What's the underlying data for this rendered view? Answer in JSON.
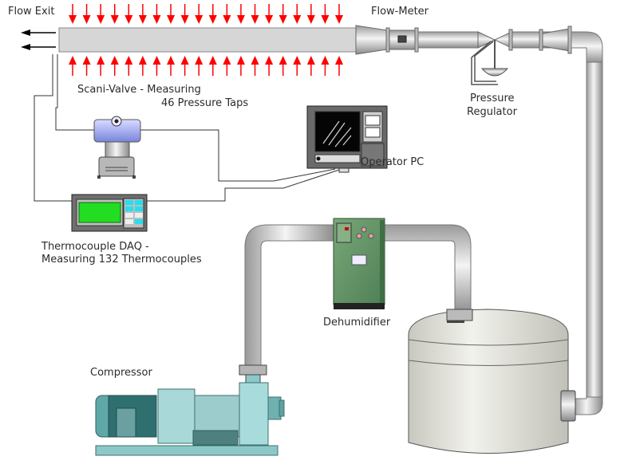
{
  "diagram": {
    "title": "Wind tunnel / flow test rig schematic",
    "labels": {
      "flow_exit": "Flow Exit",
      "flow_meter": "Flow-Meter",
      "pressure_regulator_line1": "Pressure",
      "pressure_regulator_line2": "Regulator",
      "scanivalve_line1": "Scani-Valve - Measuring",
      "scanivalve_line2": "46 Pressure Taps",
      "operator_pc": "Operator PC",
      "thermocouple_line1": "Thermocouple DAQ -",
      "thermocouple_line2": "Measuring 132 Thermocouples",
      "dehumidifier": "Dehumidifier",
      "compressor": "Compressor"
    },
    "components": [
      {
        "id": "test-section",
        "name": "Test section duct"
      },
      {
        "id": "flow-meter",
        "name": "Flow-Meter"
      },
      {
        "id": "pressure-regulator",
        "name": "Pressure Regulator"
      },
      {
        "id": "scanivalve",
        "name": "Scani-Valve"
      },
      {
        "id": "operator-pc",
        "name": "Operator PC"
      },
      {
        "id": "thermocouple-daq",
        "name": "Thermocouple DAQ"
      },
      {
        "id": "dehumidifier",
        "name": "Dehumidifier"
      },
      {
        "id": "compressor",
        "name": "Compressor"
      },
      {
        "id": "storage-tank",
        "name": "Air storage tank"
      }
    ],
    "pressure_arrows": {
      "top_count": 20,
      "bottom_count": 20
    },
    "exit_arrows": 2,
    "colors": {
      "arrow_red": "#ff0000",
      "pipe_gray": "#c8c8c8",
      "duct_fill": "#d6d6d6",
      "dehumidifier_green": "#5f8f5f",
      "compressor_teal": "#8cc8c8",
      "tank_fill": "#e4e4dc",
      "scanivalve_blue": "#a8b0f0",
      "daq_screen_green": "#22dd22",
      "daq_key_cyan": "#22e0f0"
    }
  }
}
